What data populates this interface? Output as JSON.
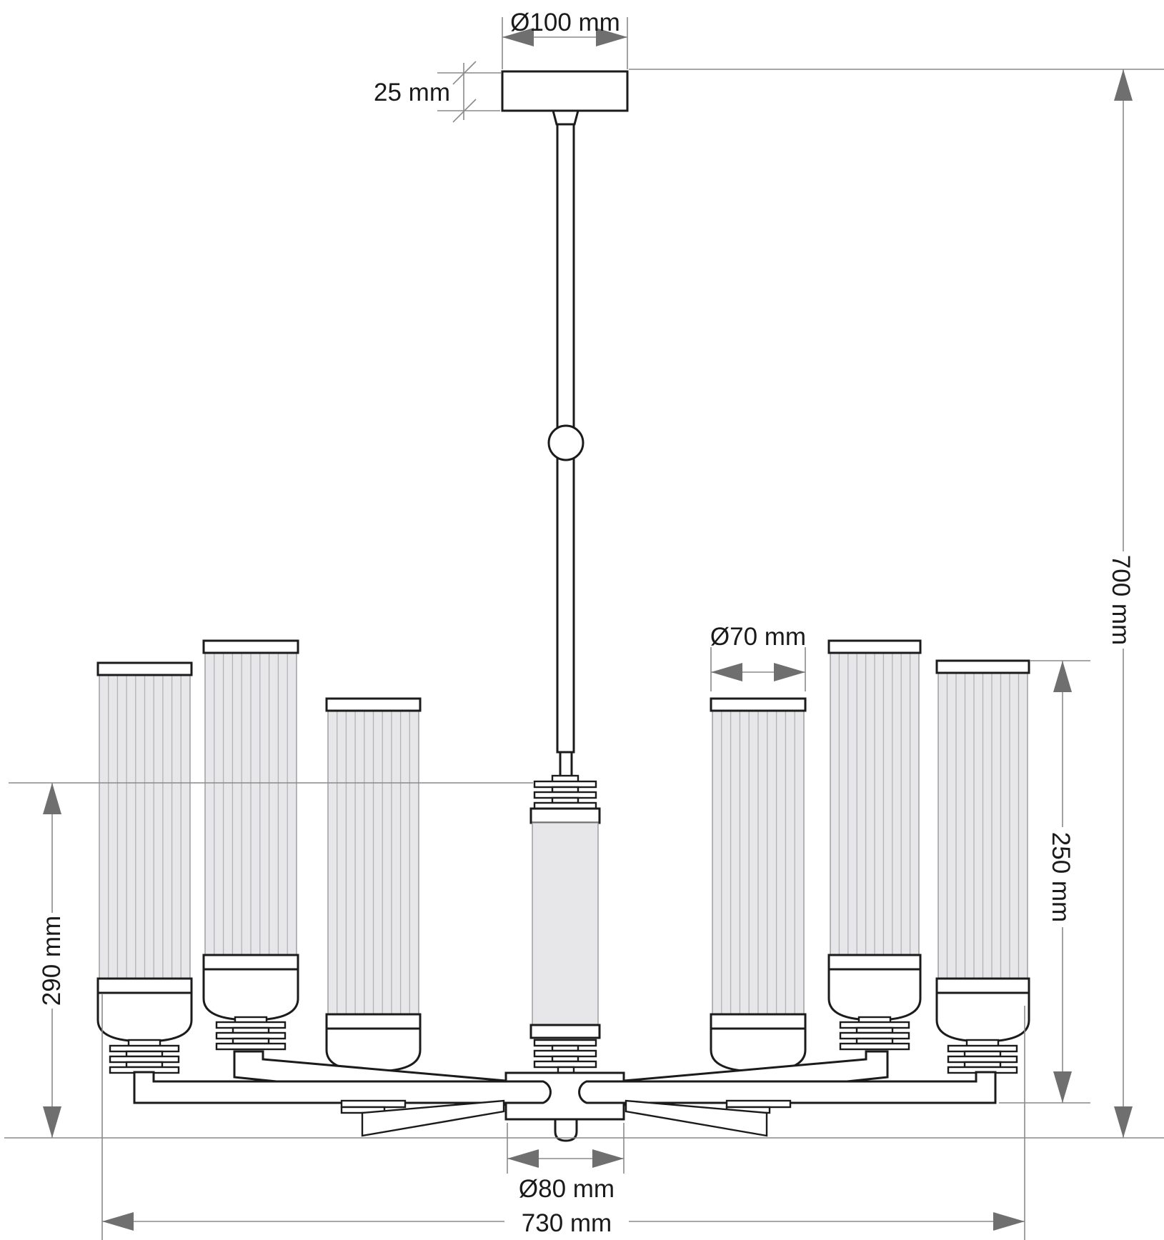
{
  "drawing": {
    "product": "Six-arm chandelier with cylindrical reeded glass shades - dimensional drawing",
    "dimensions": {
      "canopy_diameter": "Ø100 mm",
      "canopy_height": "25 mm",
      "overall_height": "700 mm",
      "shade_diameter": "Ø70 mm",
      "shade_assembly_height": "250 mm",
      "body_height": "290 mm",
      "hub_diameter": "Ø80 mm",
      "overall_width": "730 mm"
    },
    "colors": {
      "outline": "#1b1b1b",
      "dimension_line": "#8a8a8a",
      "arrowhead": "#6f6f6f",
      "glass_fill": "#e7e7e9",
      "glass_stripe": "#b3b3b6",
      "background": "#ffffff"
    },
    "components": [
      "ceiling canopy",
      "hanger rod",
      "rod ball joint",
      "central glass column",
      "finned collars",
      "central hub",
      "radial arms",
      "lamp cups",
      "reeded glass shades",
      "bottom finial"
    ]
  }
}
